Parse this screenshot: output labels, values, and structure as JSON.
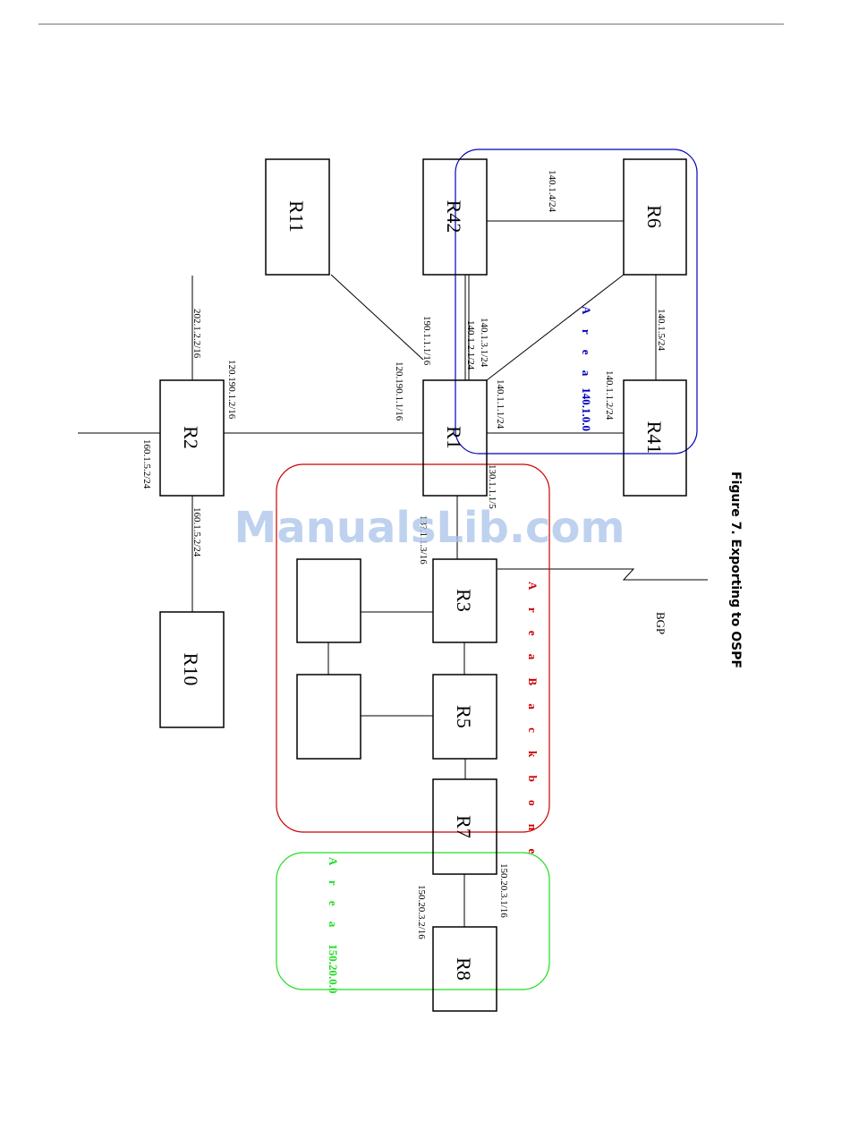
{
  "figure_caption": "Figure 7. Exporting to OSPF",
  "watermark": "ManualsLib.com",
  "bgp_label": "BGP",
  "routers": {
    "R1": "R1",
    "R2": "R2",
    "R3": "R3",
    "R5": "R5",
    "R6": "R6",
    "R7": "R7",
    "R8": "R8",
    "R10": "R10",
    "R11": "R11",
    "R41": "R41",
    "R42": "R42",
    "blank_a": "",
    "blank_b": ""
  },
  "areas": {
    "a140": {
      "word": "A r e a",
      "id": "140.1.0.0",
      "color": "#0000bb"
    },
    "backbone": {
      "text": "A r e a   B a c k b o n e",
      "color": "#cc0000"
    },
    "a150": {
      "word": "A r e a",
      "id": "150.20.0.0",
      "color": "#22dd22"
    }
  },
  "ips": {
    "r42_r6": "140.1.4/24",
    "r6_r41": "140.1.5/24",
    "r1_r42_a": "140.1.3.1/24",
    "r1_r42_b": "140.1.2.1/24",
    "r11_r1": "190.1.1.1/16",
    "r1_r41": "140.1.1.1/24",
    "r41_r1": "140.1.1.2/24",
    "r1_r2": "120.190.1.1/16",
    "r2_r1": "120.190.1.2/16",
    "r2_up": "202.1.2.2/16",
    "r2_left": "160.1.5.2/24",
    "r2_r10": "160.1.5.2/24",
    "r1_r3": "130.1.1.1/5",
    "r3_r1": "13?.1.1.3/16",
    "r7_r8_a": "150.20.3.1/16",
    "r7_r8_b": "150.20.3.2/16"
  },
  "colors": {
    "line": "#000000",
    "page_rule": "#999999"
  }
}
